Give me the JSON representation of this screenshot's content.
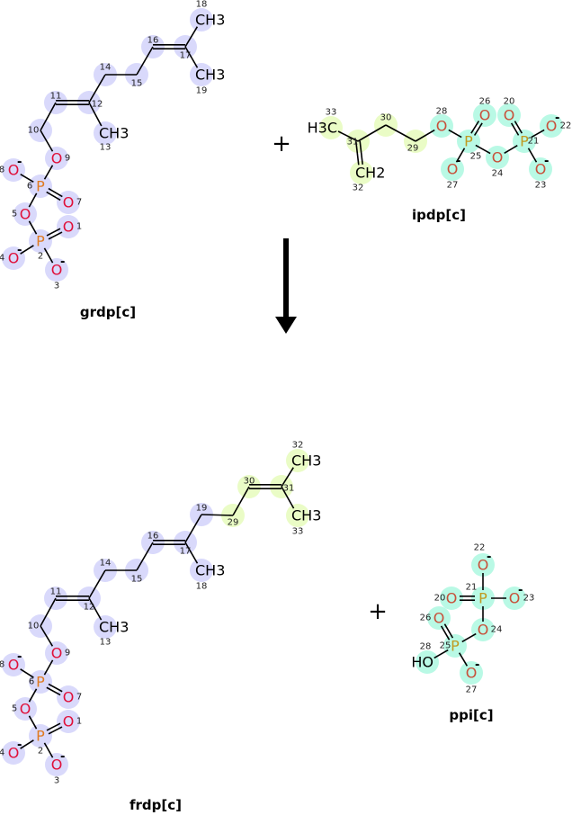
{
  "reaction": {
    "plus_sign": "+",
    "arrow": "reaction-arrow",
    "colors": {
      "grdp_hl": "#d9d9fb",
      "ipdp_carbon_hl": "#eafcc6",
      "phosphate_hl": "#b9f9e5",
      "O_red": "#e0103a",
      "O_brown": "#c8503a",
      "P_orange": "#e07a20",
      "P_gold": "#c09a20"
    }
  },
  "molecules": {
    "grdp": {
      "name": "grdp[c]",
      "atoms": [
        {
          "n": "1",
          "s": "O",
          "c": ""
        },
        {
          "n": "2",
          "s": "P",
          "c": ""
        },
        {
          "n": "3",
          "s": "O",
          "c": "-"
        },
        {
          "n": "4",
          "s": "O",
          "c": "-"
        },
        {
          "n": "5",
          "s": "O",
          "c": ""
        },
        {
          "n": "6",
          "s": "P",
          "c": ""
        },
        {
          "n": "7",
          "s": "O",
          "c": ""
        },
        {
          "n": "8",
          "s": "O",
          "c": "-"
        },
        {
          "n": "9",
          "s": "O",
          "c": ""
        },
        {
          "n": "10",
          "s": "",
          "c": ""
        },
        {
          "n": "11",
          "s": "",
          "c": ""
        },
        {
          "n": "12",
          "s": "",
          "c": ""
        },
        {
          "n": "13",
          "s": "CH3",
          "c": ""
        },
        {
          "n": "14",
          "s": "",
          "c": ""
        },
        {
          "n": "15",
          "s": "",
          "c": ""
        },
        {
          "n": "16",
          "s": "",
          "c": ""
        },
        {
          "n": "17",
          "s": "",
          "c": ""
        },
        {
          "n": "18",
          "s": "CH3",
          "c": ""
        },
        {
          "n": "19",
          "s": "CH3",
          "c": ""
        }
      ],
      "bonds": [
        [
          "1",
          "2",
          2
        ],
        [
          "2",
          "3",
          1
        ],
        [
          "2",
          "4",
          1
        ],
        [
          "2",
          "5",
          1
        ],
        [
          "5",
          "6",
          1
        ],
        [
          "6",
          "7",
          2
        ],
        [
          "6",
          "8",
          1
        ],
        [
          "6",
          "9",
          1
        ],
        [
          "9",
          "10",
          1
        ],
        [
          "10",
          "11",
          1
        ],
        [
          "11",
          "12",
          2
        ],
        [
          "12",
          "13",
          1
        ],
        [
          "12",
          "14",
          1
        ],
        [
          "14",
          "15",
          1
        ],
        [
          "15",
          "16",
          1
        ],
        [
          "16",
          "17",
          2
        ],
        [
          "17",
          "18",
          1
        ],
        [
          "17",
          "19",
          1
        ]
      ]
    },
    "ipdp": {
      "name": "ipdp[c]",
      "atoms": [
        {
          "n": "33",
          "s": "H3C",
          "c": ""
        },
        {
          "n": "31",
          "s": "",
          "c": ""
        },
        {
          "n": "32",
          "s": "CH2",
          "c": ""
        },
        {
          "n": "30",
          "s": "",
          "c": ""
        },
        {
          "n": "29",
          "s": "",
          "c": ""
        },
        {
          "n": "28",
          "s": "O",
          "c": ""
        },
        {
          "n": "25",
          "s": "P",
          "c": ""
        },
        {
          "n": "26",
          "s": "O",
          "c": ""
        },
        {
          "n": "27",
          "s": "O",
          "c": "-"
        },
        {
          "n": "24",
          "s": "O",
          "c": ""
        },
        {
          "n": "20",
          "s": "O",
          "c": ""
        },
        {
          "n": "21",
          "s": "P",
          "c": ""
        },
        {
          "n": "22",
          "s": "O",
          "c": "-"
        },
        {
          "n": "23",
          "s": "O",
          "c": "-"
        }
      ],
      "bonds": [
        [
          "33",
          "31",
          1
        ],
        [
          "31",
          "32",
          2
        ],
        [
          "31",
          "30",
          1
        ],
        [
          "30",
          "29",
          1
        ],
        [
          "29",
          "28",
          1
        ],
        [
          "28",
          "25",
          1
        ],
        [
          "25",
          "26",
          2
        ],
        [
          "25",
          "27",
          1
        ],
        [
          "25",
          "24",
          1
        ],
        [
          "24",
          "21",
          1
        ],
        [
          "21",
          "20",
          2
        ],
        [
          "21",
          "22",
          1
        ],
        [
          "21",
          "23",
          1
        ]
      ]
    },
    "frdp": {
      "name": "frdp[c]",
      "atoms": [
        {
          "n": "1",
          "s": "O",
          "c": ""
        },
        {
          "n": "2",
          "s": "P",
          "c": ""
        },
        {
          "n": "3",
          "s": "O",
          "c": "-"
        },
        {
          "n": "4",
          "s": "O",
          "c": "-"
        },
        {
          "n": "5",
          "s": "O",
          "c": ""
        },
        {
          "n": "6",
          "s": "P",
          "c": ""
        },
        {
          "n": "7",
          "s": "O",
          "c": ""
        },
        {
          "n": "8",
          "s": "O",
          "c": "-"
        },
        {
          "n": "9",
          "s": "O",
          "c": ""
        },
        {
          "n": "10",
          "s": "",
          "c": ""
        },
        {
          "n": "11",
          "s": "",
          "c": ""
        },
        {
          "n": "12",
          "s": "",
          "c": ""
        },
        {
          "n": "13",
          "s": "CH3",
          "c": ""
        },
        {
          "n": "14",
          "s": "",
          "c": ""
        },
        {
          "n": "15",
          "s": "",
          "c": ""
        },
        {
          "n": "16",
          "s": "",
          "c": ""
        },
        {
          "n": "17",
          "s": "",
          "c": ""
        },
        {
          "n": "18",
          "s": "CH3",
          "c": ""
        },
        {
          "n": "19",
          "s": "",
          "c": ""
        },
        {
          "n": "29",
          "s": "",
          "c": ""
        },
        {
          "n": "30",
          "s": "",
          "c": ""
        },
        {
          "n": "31",
          "s": "",
          "c": ""
        },
        {
          "n": "32",
          "s": "CH3",
          "c": ""
        },
        {
          "n": "33",
          "s": "CH3",
          "c": ""
        }
      ],
      "bonds": [
        [
          "1",
          "2",
          2
        ],
        [
          "2",
          "3",
          1
        ],
        [
          "2",
          "4",
          1
        ],
        [
          "2",
          "5",
          1
        ],
        [
          "5",
          "6",
          1
        ],
        [
          "6",
          "7",
          2
        ],
        [
          "6",
          "8",
          1
        ],
        [
          "6",
          "9",
          1
        ],
        [
          "9",
          "10",
          1
        ],
        [
          "10",
          "11",
          1
        ],
        [
          "11",
          "12",
          2
        ],
        [
          "12",
          "13",
          1
        ],
        [
          "12",
          "14",
          1
        ],
        [
          "14",
          "15",
          1
        ],
        [
          "15",
          "16",
          1
        ],
        [
          "16",
          "17",
          2
        ],
        [
          "17",
          "18",
          1
        ],
        [
          "17",
          "19",
          1
        ],
        [
          "19",
          "29",
          1
        ],
        [
          "29",
          "30",
          1
        ],
        [
          "30",
          "31",
          2
        ],
        [
          "31",
          "32",
          1
        ],
        [
          "31",
          "33",
          1
        ]
      ]
    },
    "ppi": {
      "name": "ppi[c]",
      "atoms": [
        {
          "n": "22",
          "s": "O",
          "c": "-"
        },
        {
          "n": "21",
          "s": "P",
          "c": ""
        },
        {
          "n": "20",
          "s": "O",
          "c": ""
        },
        {
          "n": "23",
          "s": "O",
          "c": "-"
        },
        {
          "n": "24",
          "s": "O",
          "c": ""
        },
        {
          "n": "25",
          "s": "P",
          "c": ""
        },
        {
          "n": "26",
          "s": "O",
          "c": ""
        },
        {
          "n": "28",
          "s": "HO",
          "c": ""
        },
        {
          "n": "27",
          "s": "O",
          "c": "-"
        }
      ],
      "bonds": [
        [
          "22",
          "21",
          1
        ],
        [
          "21",
          "20",
          2
        ],
        [
          "21",
          "23",
          1
        ],
        [
          "21",
          "24",
          1
        ],
        [
          "24",
          "25",
          1
        ],
        [
          "25",
          "26",
          2
        ],
        [
          "25",
          "28",
          1
        ],
        [
          "25",
          "27",
          1
        ]
      ]
    }
  }
}
